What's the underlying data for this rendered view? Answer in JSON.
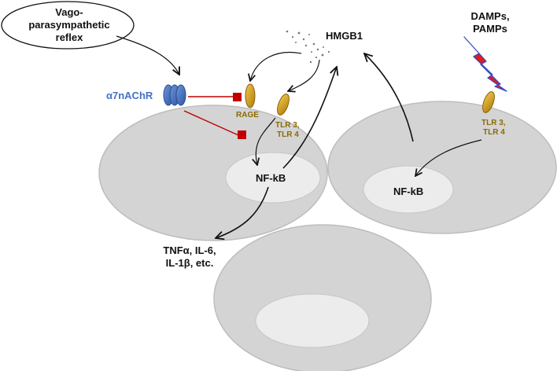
{
  "labels": {
    "reflex_line1": "Vago-",
    "reflex_line2": "parasympathetic",
    "reflex_line3": "reflex",
    "receptor_a7": "α7nAChR",
    "hmgb1": "HMGB1",
    "rage": "RAGE",
    "tlr_left_line1": "TLR 3,",
    "tlr_left_line2": "TLR 4",
    "tlr_right_line1": "TLR 3,",
    "tlr_right_line2": "TLR 4",
    "damps_line1": "DAMPs,",
    "damps_line2": "PAMPs",
    "nfkb_left": "NF-kB",
    "nfkb_right": "NF-kB",
    "cytokines_line1": "TNFα, IL-6,",
    "cytokines_line2": "IL-1β, etc."
  },
  "colors": {
    "cell_fill": "#d4d4d4",
    "cell_stroke": "#bdbdbd",
    "nucleus_fill": "#ececec",
    "receptor_blue": "#4472c4",
    "receptor_gold": "#d9a521",
    "inhibition_red": "#c00000",
    "lightning_red": "#e21b1b",
    "lightning_stroke": "#3b4cc0",
    "arrow_black": "#111111"
  }
}
